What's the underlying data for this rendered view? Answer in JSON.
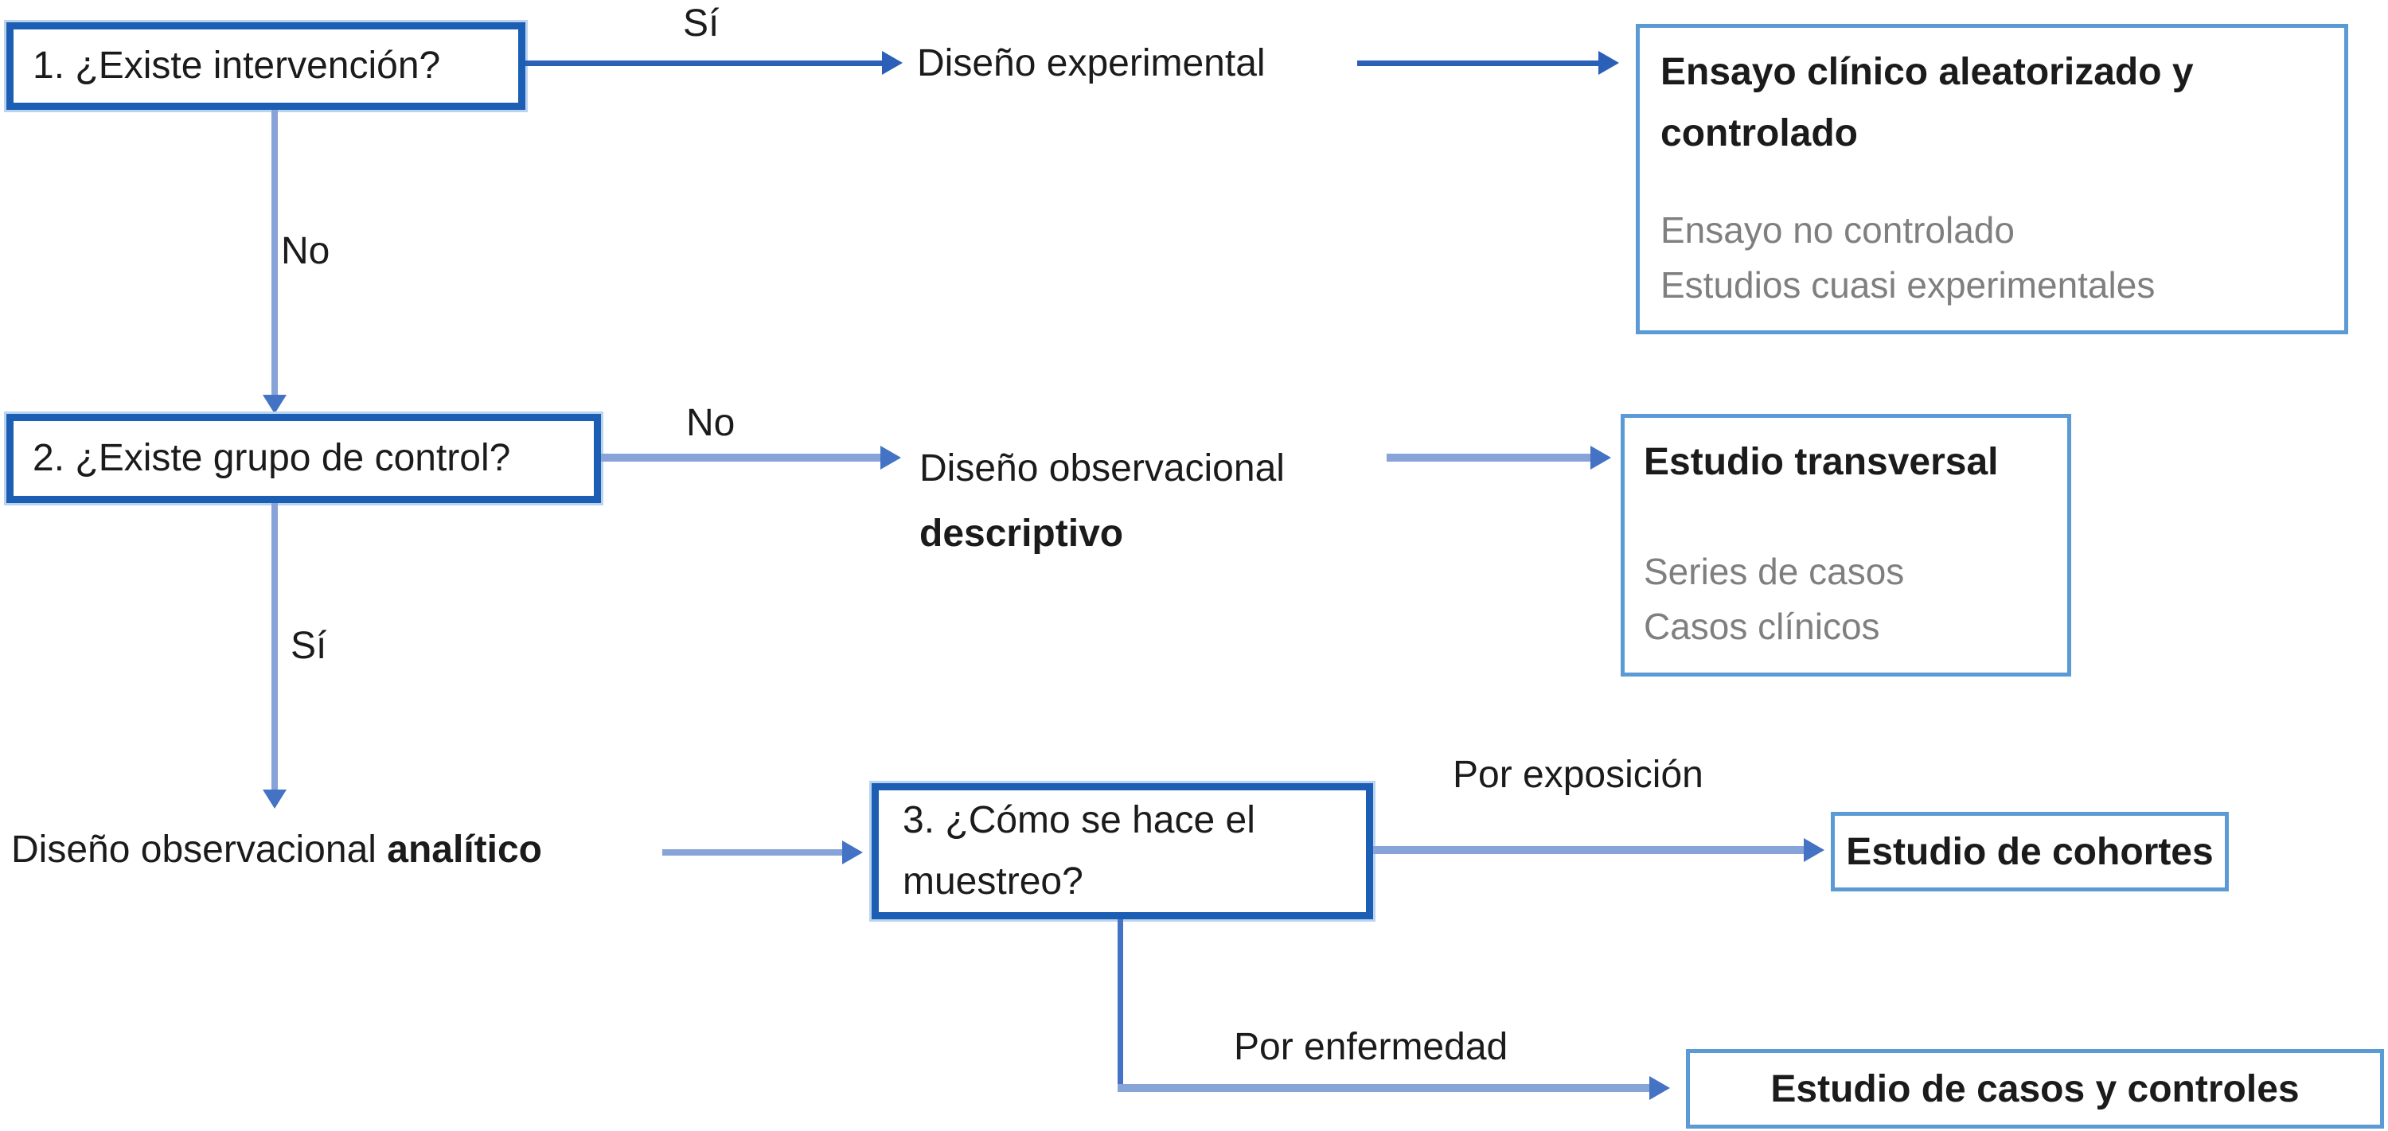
{
  "colors": {
    "dark_border": "#1b5eb4",
    "light_border": "#5b9bd5",
    "dark_line": "#2b5fb8",
    "light_line": "#87a3d8",
    "mid_line": "#4472c4",
    "text": "#1b1b1b",
    "muted_text": "#7f7f7f",
    "background": "#ffffff"
  },
  "boxes": {
    "q1": {
      "label": "1. ¿Existe intervención?"
    },
    "q2": {
      "label": "2. ¿Existe grupo de control?"
    },
    "q3": {
      "label": "3. ¿Cómo se hace el muestreo?"
    },
    "experimental": {
      "title": "Ensayo clínico aleatorizado y controlado",
      "secondary": [
        "Ensayo no controlado",
        "Estudios cuasi experimentales"
      ]
    },
    "transversal": {
      "title": "Estudio transversal",
      "secondary": [
        "Series de casos",
        "Casos clínicos"
      ]
    },
    "cohortes": {
      "title": "Estudio de cohortes"
    },
    "casos_controles": {
      "title": "Estudio de casos y controles"
    }
  },
  "flow_labels": {
    "experimental_design": "Diseño experimental",
    "observational_descriptive_prefix": "Diseño observacional",
    "observational_descriptive_bold": "descriptivo",
    "observational_analytic_prefix": "Diseño observacional",
    "observational_analytic_bold": "analítico"
  },
  "edge_labels": {
    "si_1": "Sí",
    "no_1": "No",
    "no_2": "No",
    "si_2": "Sí",
    "por_exposicion": "Por exposición",
    "por_enfermedad": "Por enfermedad"
  }
}
